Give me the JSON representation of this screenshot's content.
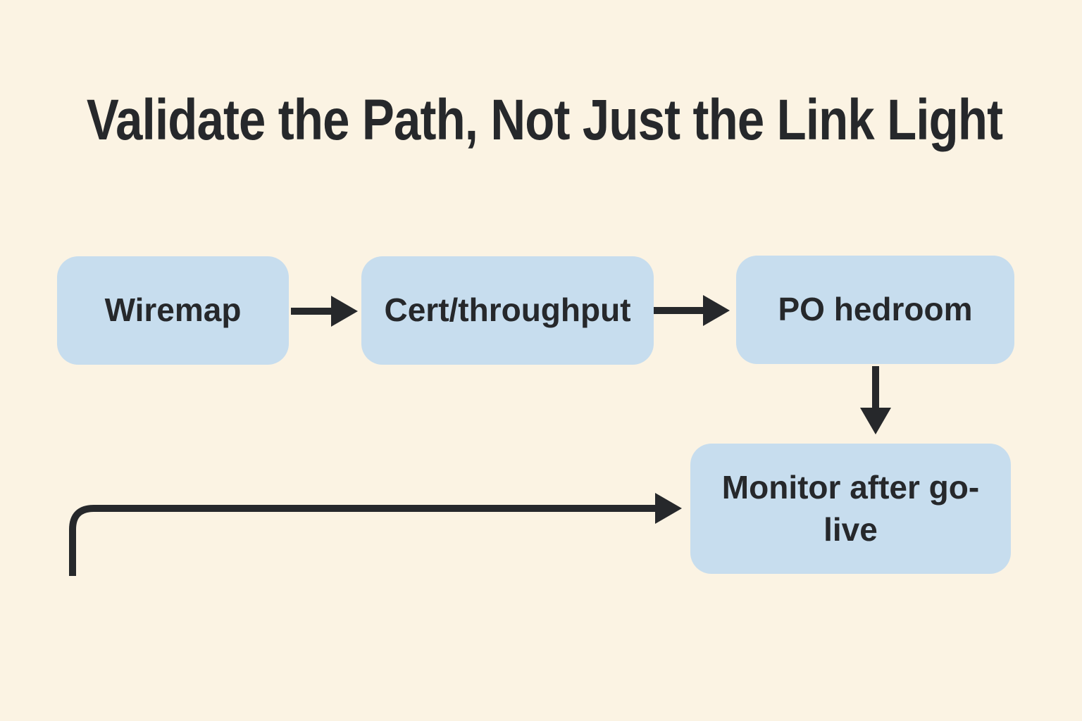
{
  "title": "Validate the Path, Not Just the Link Light",
  "theme": {
    "background": "#fbf3e3",
    "node_fill": "#c7ddee",
    "ink": "#26282b"
  },
  "nodes": [
    {
      "id": "wiremap",
      "label": "Wiremap"
    },
    {
      "id": "cert",
      "label": "Cert/throughput"
    },
    {
      "id": "po",
      "label": "PO hedroom"
    },
    {
      "id": "monitor",
      "label": "Monitor after go-live"
    }
  ],
  "edges": [
    {
      "from": "wiremap",
      "to": "cert",
      "style": "straight-right"
    },
    {
      "from": "cert",
      "to": "po",
      "style": "straight-right"
    },
    {
      "from": "po",
      "to": "monitor",
      "style": "straight-down"
    },
    {
      "from": "",
      "to": "monitor",
      "style": "elbow-from-bottom-left"
    }
  ]
}
